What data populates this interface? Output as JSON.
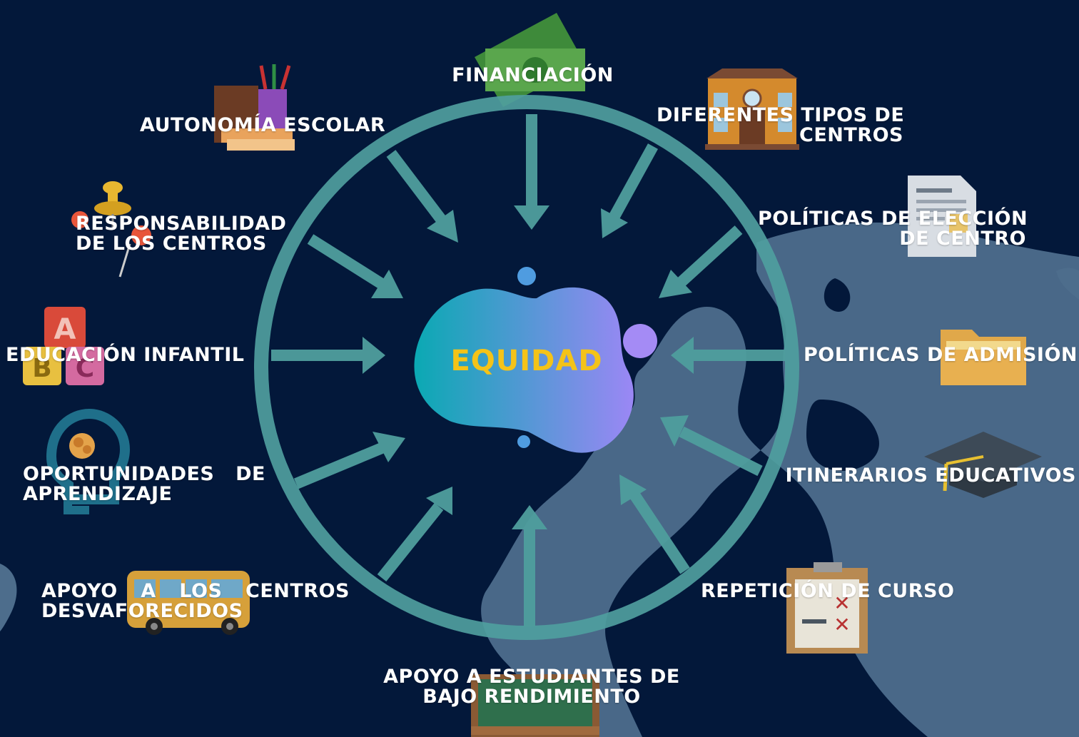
{
  "center": {
    "title": "EQUIDAD"
  },
  "labels": {
    "financiacion": "FINANCIACIÓN",
    "autonomia": "AUTONOMÍA ESCOLAR",
    "diferentes_1": "DIFERENTES TIPOS DE",
    "diferentes_2": "CENTROS",
    "responsabilidad_1": "RESPONSABILIDAD",
    "responsabilidad_2": "DE LOS CENTROS",
    "politicas_eleccion_1": "POLÍTICAS DE ELECCIÓN",
    "politicas_eleccion_2": "DE CENTRO",
    "educacion_infantil": "EDUCACIÓN INFANTIL",
    "politicas_admision": "POLÍTICAS DE ADMISIÓN",
    "oportunidades_1": [
      "OPORTUNIDADES",
      "DE"
    ],
    "oportunidades_2": "APRENDIZAJE",
    "itinerarios": "ITINERARIOS EDUCATIVOS",
    "apoyo_centros_1": [
      "APOYO",
      "A",
      "LOS",
      "CENTROS"
    ],
    "apoyo_centros_2": "DESVAFORECIDOS",
    "repeticion": "REPETICIÓN DE CURSO",
    "apoyo_estudiantes_1": "APOYO A ESTUDIANTES  DE",
    "apoyo_estudiantes_2": "BAJO RENDIMIENTO"
  },
  "icons": [
    "money-icon",
    "books-pencils-icon",
    "school-building-icon",
    "pushpins-icon",
    "document-icon",
    "abc-blocks-icon",
    "folder-icon",
    "brain-head-icon",
    "graduation-cap-icon",
    "school-bus-icon",
    "clipboard-icon",
    "chalkboard-icon"
  ],
  "colors": {
    "background": "#03183a",
    "ring": "#4f9e9e",
    "center_text": "#f4c318",
    "blob_start": "#0aa9b3",
    "blob_end": "#9b87f5",
    "map": "#4d6d8c"
  }
}
